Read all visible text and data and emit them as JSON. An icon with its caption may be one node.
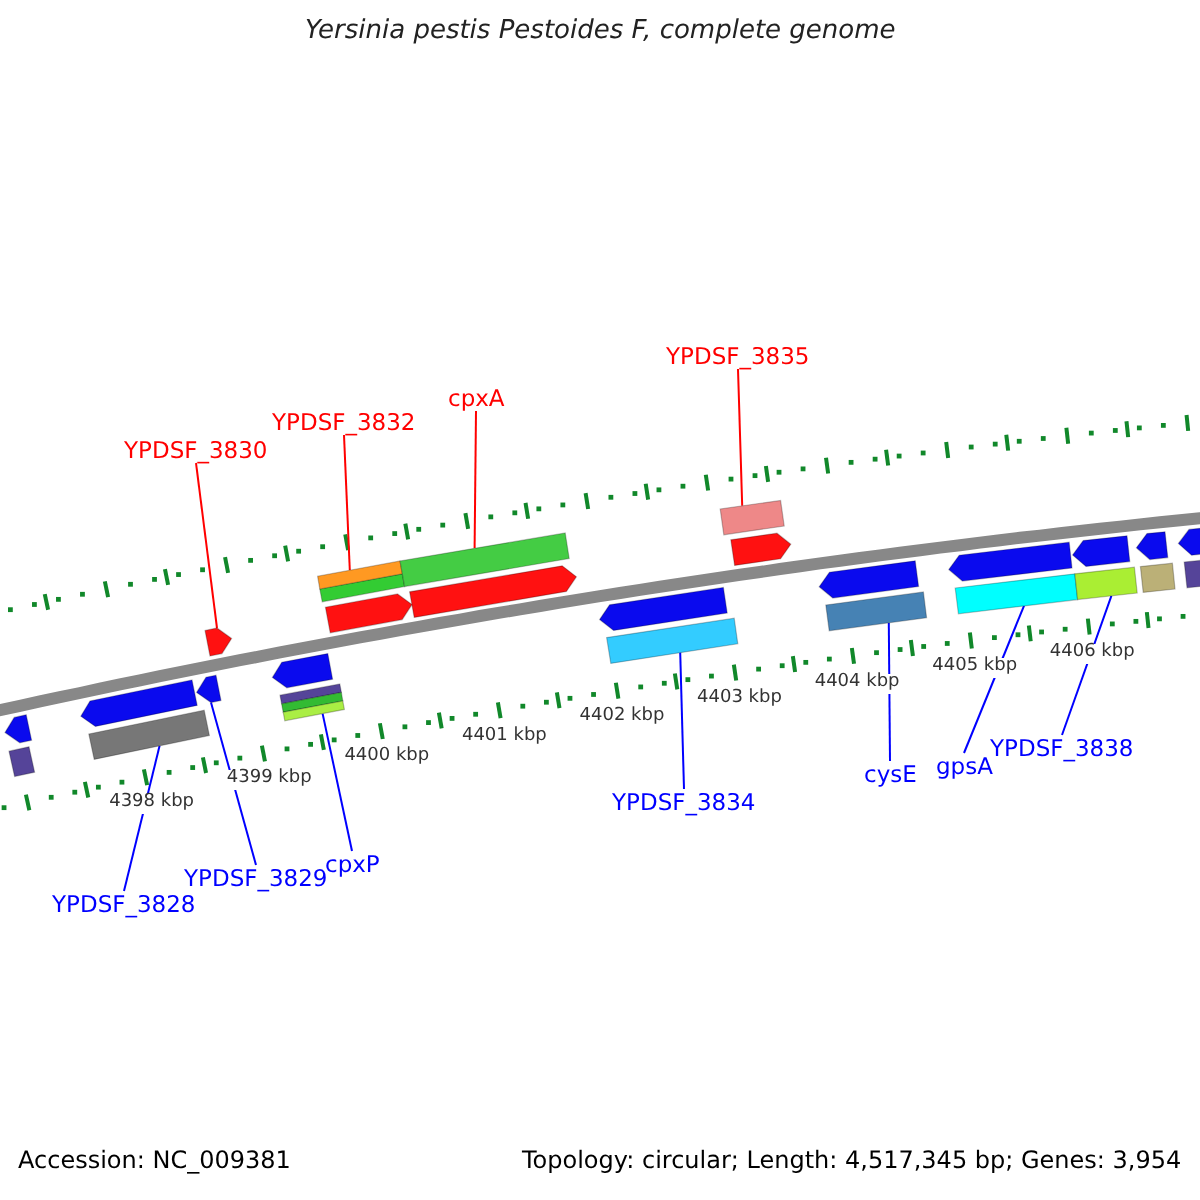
{
  "diagram": {
    "title": "Yersinia pestis Pestoides F, complete genome",
    "nodes": [
      {
        "text": [
          "YPDSF_3835"
        ]
      },
      {
        "text": [
          "cpxA"
        ]
      },
      {
        "text": [
          "YPDSF_3832"
        ]
      },
      {
        "text": [
          "YPDSF_3830"
        ]
      },
      {
        "text": [
          "YPDSF_3838"
        ]
      },
      {
        "text": [
          "gpsA"
        ]
      },
      {
        "text": [
          "cysE"
        ]
      },
      {
        "text": [
          "YPDSF_3834"
        ]
      },
      {
        "text": [
          "cpxP"
        ]
      },
      {
        "text": [
          "YPDSF_3829"
        ]
      },
      {
        "text": [
          "YPDSF_3828"
        ]
      },
      {
        "text": [],
        "shape": "arrow"
      },
      {
        "text": [],
        "shape": "bar"
      },
      {
        "text": [],
        "shape": "arrow"
      },
      {
        "text": [],
        "shape": "bar"
      },
      {
        "text": [],
        "shape": "arrow"
      },
      {
        "text": [],
        "shape": "arrow"
      },
      {
        "text": [],
        "shape": "arrow"
      },
      {
        "text": [],
        "shape": "bar"
      },
      {
        "text": [],
        "shape": "bar"
      },
      {
        "text": [],
        "shape": "arrow"
      },
      {
        "text": [],
        "shape": "bar"
      },
      {
        "text": [],
        "shape": "arrow"
      },
      {
        "text": [],
        "shape": "arrow"
      },
      {
        "text": [],
        "shape": "bar"
      },
      {
        "text": [],
        "shape": "bar"
      },
      {
        "text": [],
        "shape": "arrow"
      },
      {
        "text": [],
        "shape": "arrow"
      },
      {
        "text": [],
        "shape": "bar"
      },
      {
        "text": [],
        "shape": "arrow"
      },
      {
        "text": [],
        "shape": "bar"
      },
      {
        "text": [],
        "shape": "arrow"
      },
      {
        "text": [],
        "shape": "bar"
      },
      {
        "text": [],
        "shape": "arrow"
      },
      {
        "text": [],
        "shape": "bar"
      },
      {
        "text": [],
        "shape": "arrow"
      },
      {
        "text": [],
        "shape": "bar"
      }
    ],
    "edges": [
      {
        "from": 0,
        "to": 25,
        "arrow": "none",
        "color": "#ff0000"
      },
      {
        "from": 1,
        "to": 21,
        "arrow": "none",
        "color": "#ff0000"
      },
      {
        "from": 2,
        "to": 19,
        "arrow": "none",
        "color": "#ff0000"
      },
      {
        "from": 3,
        "to": 16,
        "arrow": "none",
        "color": "#ff0000"
      },
      {
        "from": 4,
        "to": 32,
        "arrow": "none"
      },
      {
        "from": 5,
        "to": 30,
        "arrow": "none"
      },
      {
        "from": 6,
        "to": 28,
        "arrow": "none"
      },
      {
        "from": 7,
        "to": 24,
        "arrow": "none"
      },
      {
        "from": 8,
        "to": 18,
        "arrow": "none"
      },
      {
        "from": 9,
        "to": 15,
        "arrow": "none"
      },
      {
        "from": 10,
        "to": 14,
        "arrow": "none"
      }
    ],
    "labels": [
      "4398 kbp",
      "4399 kbp",
      "4400 kbp",
      "4401 kbp",
      "4402 kbp",
      "4403 kbp",
      "4404 kbp",
      "4405 kbp",
      "4406 kbp",
      "Accession: NC_009381",
      "Topology: circular; Length: 4,517,345 bp; Genes: 3,954"
    ]
  }
}
